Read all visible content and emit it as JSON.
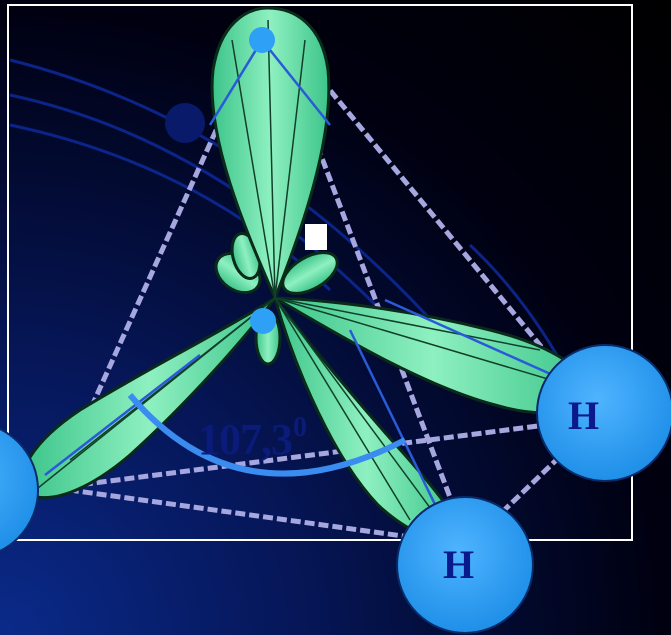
{
  "diagram": {
    "angle_value": "107,3",
    "angle_superscript": "0",
    "atom_right": "H",
    "atom_bottom": "H",
    "colors": {
      "background": "#000010",
      "lobe_fill": "#5fd7a0",
      "lobe_outline": "#0a2a1a",
      "atom_fill": "#2ea0f5",
      "atom_text": "#0a1a8c",
      "tetra_edge": "#9f9fd8",
      "angle_arc": "#3a8cf0"
    }
  }
}
